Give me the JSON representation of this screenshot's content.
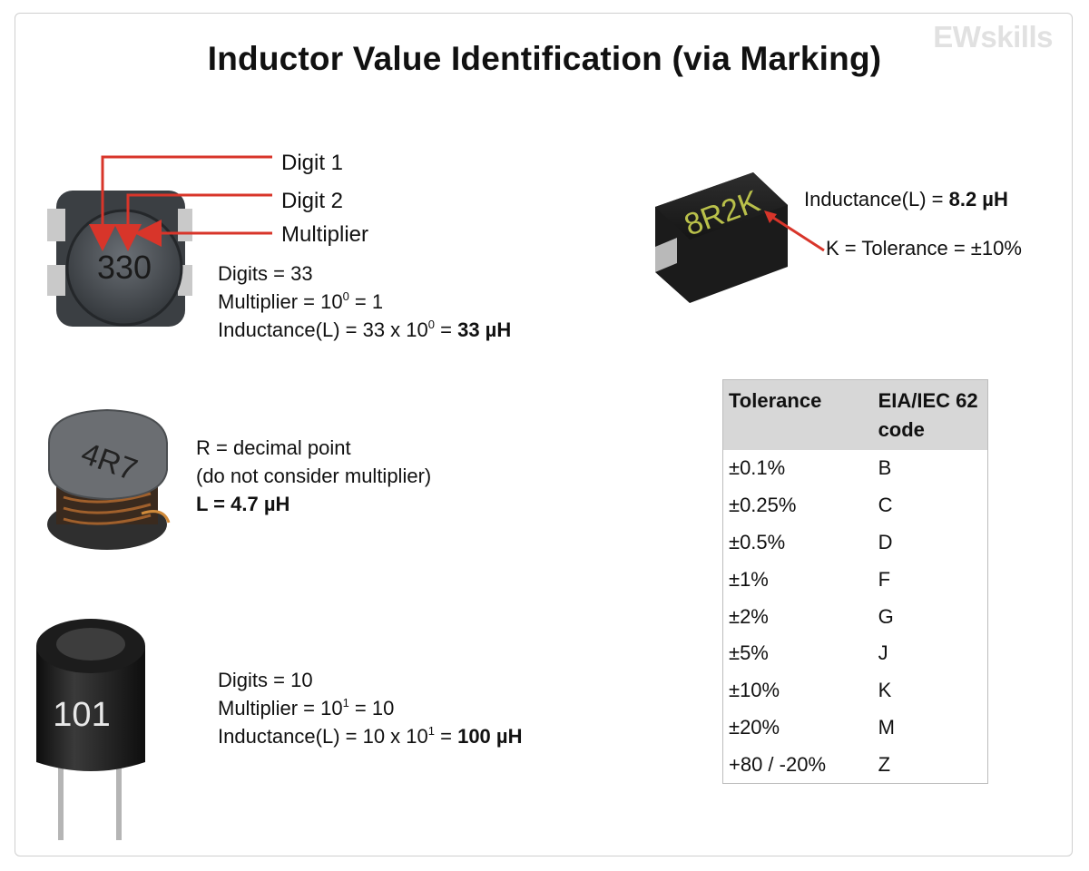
{
  "header": {
    "title": "Inductor Value Identification (via Marking)",
    "logo_main": "EW",
    "logo_sub": "skills"
  },
  "example1": {
    "marking": "330",
    "callouts": [
      "Digit 1",
      "Digit 2",
      "Multiplier"
    ],
    "digits_line": "Digits = 33",
    "multiplier_prefix": "Multiplier = 10",
    "multiplier_exp": "0",
    "multiplier_suffix": " = 1",
    "inductance_prefix": "Inductance(L) = 33 x 10",
    "inductance_exp": "0",
    "inductance_eq": " = ",
    "inductance_value": "33 µH"
  },
  "example2": {
    "marking": "4R7",
    "line1": "R = decimal point",
    "line2": "(do not consider multiplier)",
    "l_prefix": "L = ",
    "l_value": "4.7 µH"
  },
  "example3": {
    "marking": "101",
    "digits_line": "Digits = 10",
    "multiplier_prefix": "Multiplier = 10",
    "multiplier_exp": "1",
    "multiplier_suffix": " = 10",
    "inductance_prefix": "Inductance(L) = 10 x 10",
    "inductance_exp": "1",
    "inductance_eq": " = ",
    "inductance_value": "100 µH"
  },
  "example4": {
    "marking": "8R2K",
    "inductance_prefix": "Inductance(L) = ",
    "inductance_value": "8.2 µH",
    "tolerance_line": "K = Tolerance = ±10%"
  },
  "tolerance_table": {
    "headers": [
      "Tolerance",
      "EIA/IEC 62 code"
    ],
    "rows": [
      [
        "±0.1%",
        "B"
      ],
      [
        "±0.25%",
        "C"
      ],
      [
        "±0.5%",
        "D"
      ],
      [
        "±1%",
        "F"
      ],
      [
        "±2%",
        "G"
      ],
      [
        "±5%",
        "J"
      ],
      [
        "±10%",
        "K"
      ],
      [
        "±20%",
        "M"
      ],
      [
        "+80 / -20%",
        "Z"
      ]
    ]
  },
  "colors": {
    "arrow_red": "#d8352a",
    "table_header_bg": "#d7d7d7",
    "logo_gray": "#e1e1e1",
    "marking_8r2k": "#b9c04a"
  }
}
